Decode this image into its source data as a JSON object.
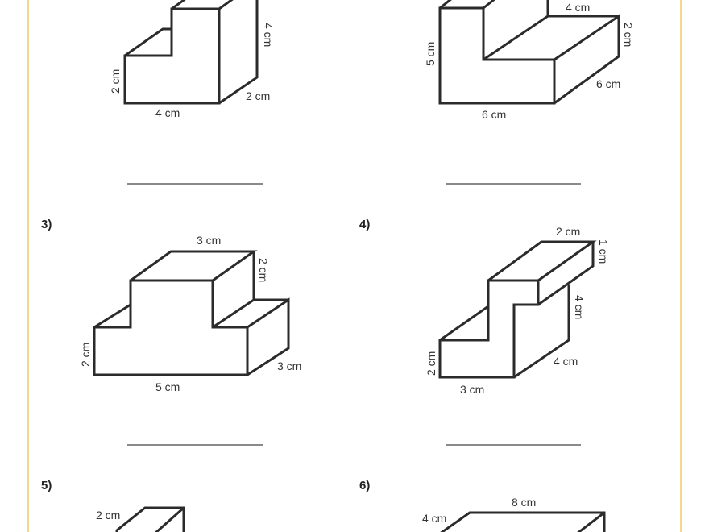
{
  "problems": [
    {
      "number": "",
      "labels": [
        "4 cm",
        "2 cm",
        "4 cm",
        "2 cm"
      ]
    },
    {
      "number": "",
      "labels": [
        "4 cm",
        "2 cm",
        "5 cm",
        "6 cm",
        "6 cm"
      ]
    },
    {
      "number": "3)",
      "labels": [
        "3 cm",
        "2 cm",
        "2 cm",
        "5 cm",
        "3 cm"
      ]
    },
    {
      "number": "4)",
      "labels": [
        "2 cm",
        "1 cm",
        "4 cm",
        "2 cm",
        "4 cm",
        "3 cm"
      ]
    },
    {
      "number": "5)",
      "labels": [
        "2 cm"
      ]
    },
    {
      "number": "6)",
      "labels": [
        "8 cm",
        "4 cm"
      ]
    }
  ],
  "colors": {
    "border": "#f1d98f",
    "stroke": "#2b2b2b"
  }
}
